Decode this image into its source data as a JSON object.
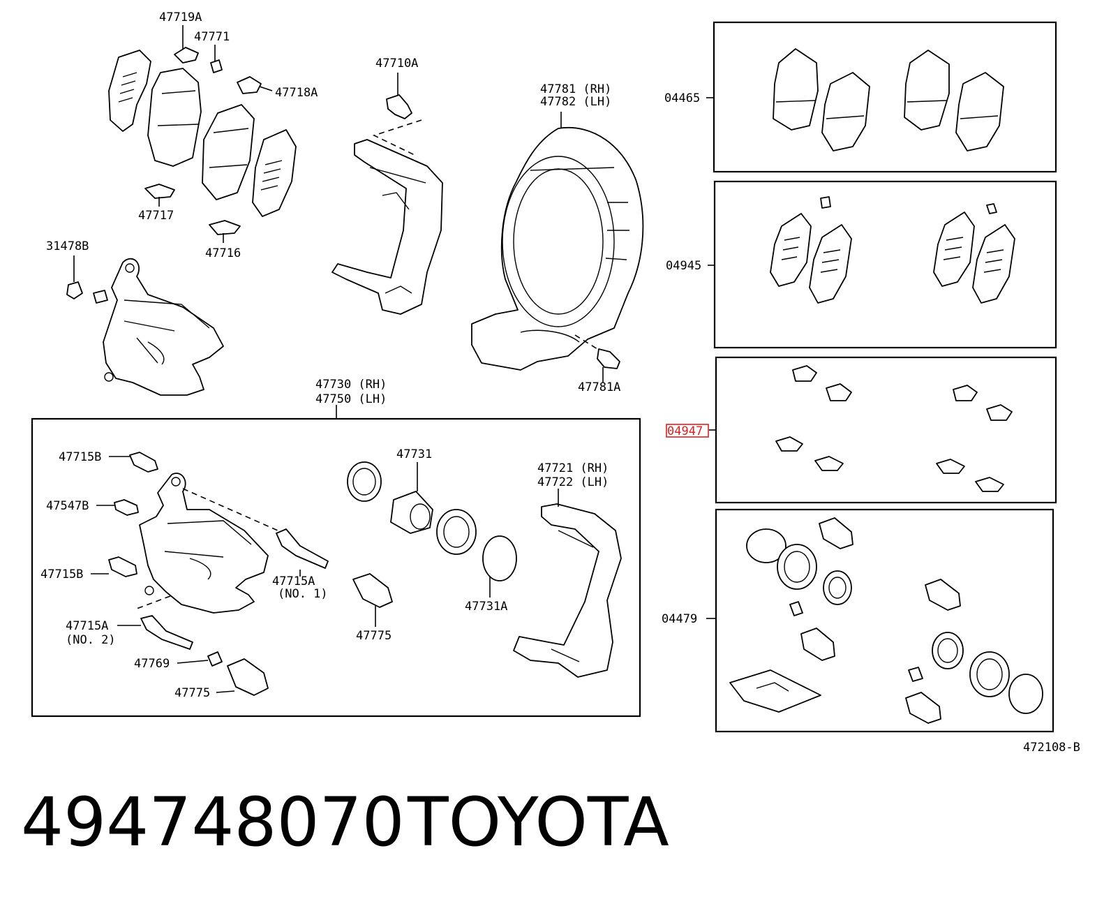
{
  "labels": {
    "l47719A": "47719A",
    "l47771": "47771",
    "l47718A": "47718A",
    "l47717": "47717",
    "l47716": "47716",
    "l47710A": "47710A",
    "l47781rh": "47781 (RH)",
    "l47782lh": "47782 (LH)",
    "l31478B": "31478B",
    "l47781A": "47781A",
    "l47730rh": "47730 (RH)",
    "l47750lh": "47750 (LH)",
    "l47715B_a": "47715B",
    "l47547B": "47547B",
    "l47715B_b": "47715B",
    "l47715A_1": "47715A",
    "l47715A_1n": "(NO. 1)",
    "l47715A_2": "47715A",
    "l47715A_2n": "(NO. 2)",
    "l47769": "47769",
    "l47775_a": "47775",
    "l47775_b": "47775",
    "l47731": "47731",
    "l47731A": "47731A",
    "l47721rh": "47721 (RH)",
    "l47722lh": "47722 (LH)",
    "l04465": "04465",
    "l04945": "04945",
    "l04947": "04947",
    "l04479": "04479",
    "l472108B": "472108-B"
  },
  "footer": {
    "part_number": "494748070",
    "brand": "TOYOTA"
  }
}
